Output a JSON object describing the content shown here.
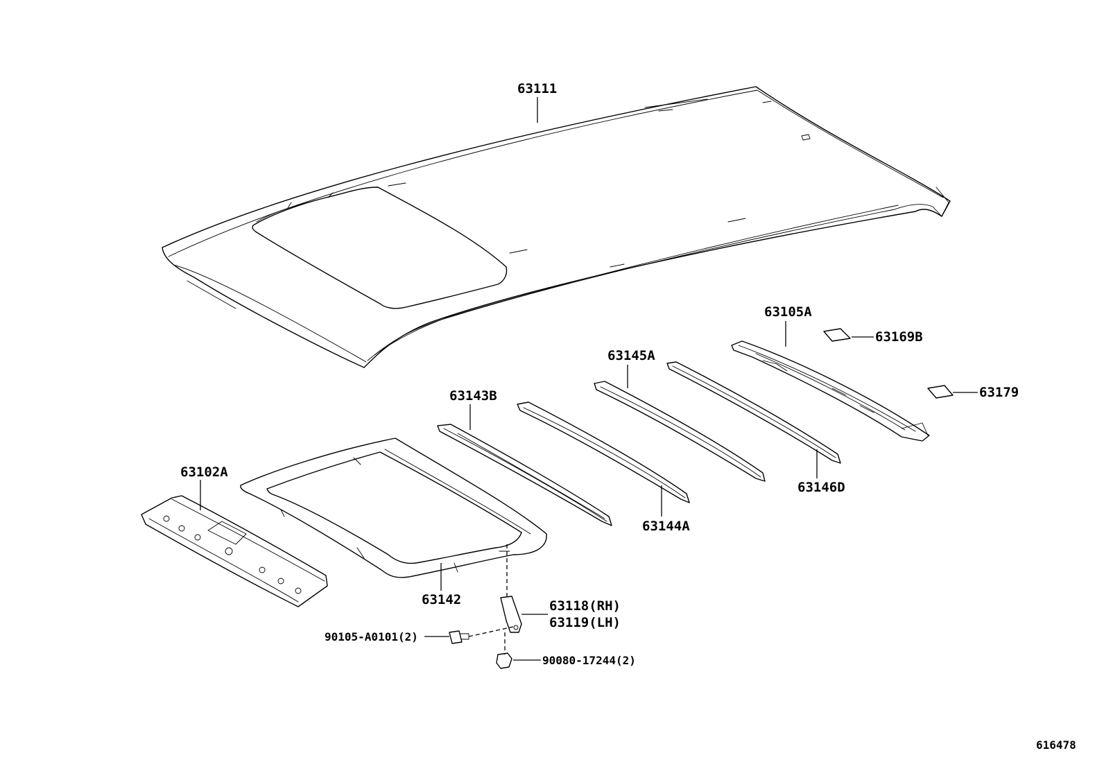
{
  "parts": {
    "roof_panel": "63111",
    "rear_rail": "63105A",
    "pad_upper": "63169B",
    "pad_lower": "63179",
    "bow_4": "63145A",
    "bow_3": "63143B",
    "bow_5": "63146D",
    "bow_2": "63144A",
    "front_header": "63102A",
    "sunroof_reinforcement": "63142",
    "bracket_rh": "63118(RH)",
    "bracket_lh": "63119(LH)",
    "bolt": "90105-A0101(2)",
    "nut": "90080-17244(2)"
  },
  "diagram_id": "616478"
}
